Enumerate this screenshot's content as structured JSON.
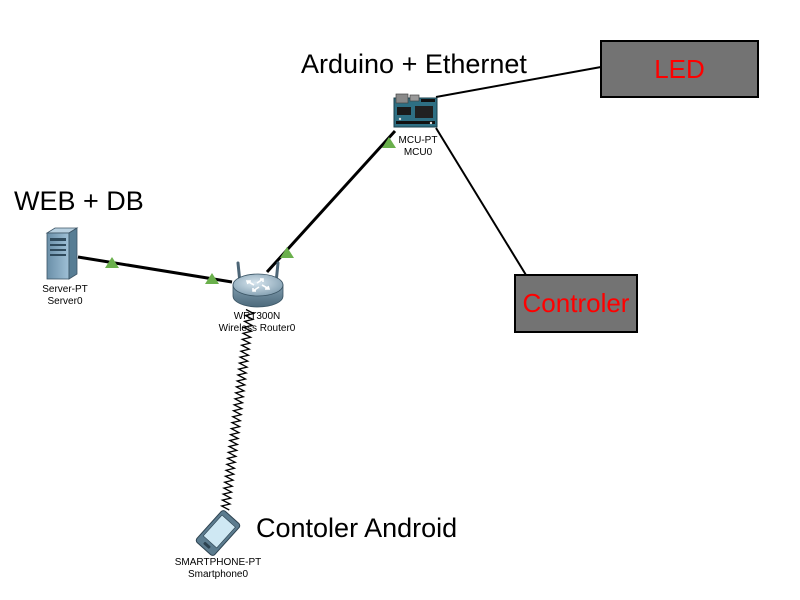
{
  "annotations": {
    "arduino": "Arduino + Ethernet",
    "web_db": "WEB + DB",
    "android": "Contoler Android"
  },
  "boxes": {
    "led": {
      "label": "LED",
      "text_color": "#ff0000",
      "fill": "#737373"
    },
    "controler": {
      "label": "Controler",
      "text_color": "#ff0000",
      "fill": "#737373"
    }
  },
  "devices": {
    "server": {
      "type": "Server-PT",
      "name": "Server0",
      "icon": "server-icon"
    },
    "router": {
      "type": "WRT300N",
      "name": "Wireless Router0",
      "icon": "wireless-router-icon"
    },
    "mcu": {
      "type": "MCU-PT",
      "name": "MCU0",
      "icon": "mcu-board-icon"
    },
    "phone": {
      "type": "SMARTPHONE-PT",
      "name": "Smartphone0",
      "icon": "smartphone-icon"
    }
  },
  "colors": {
    "link_up": "#6ab04c",
    "cable": "#000000",
    "wireless": "#000000"
  }
}
